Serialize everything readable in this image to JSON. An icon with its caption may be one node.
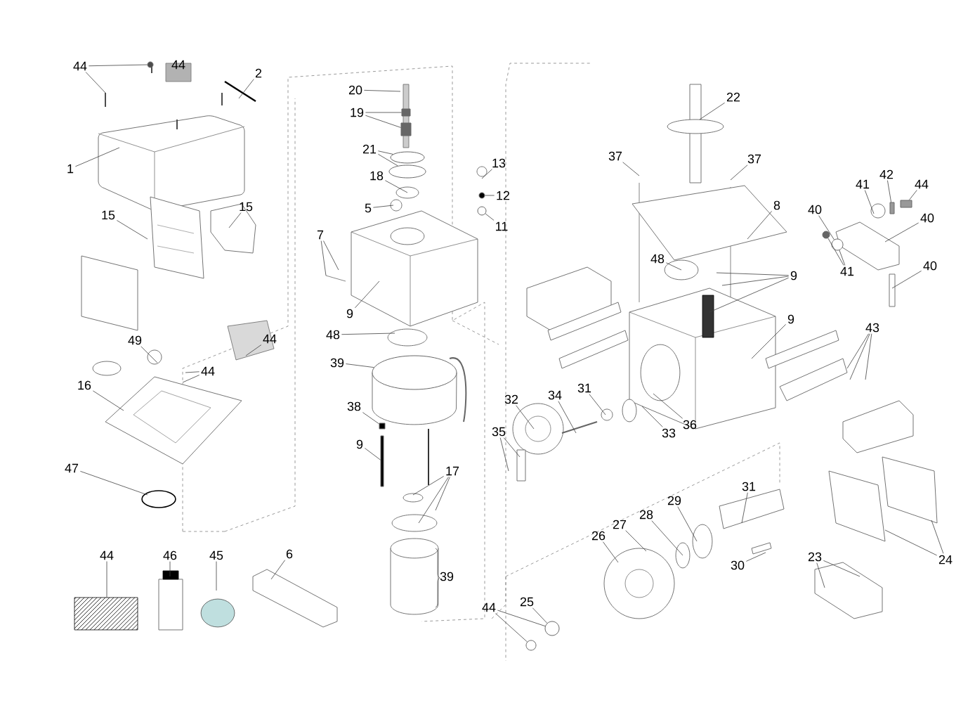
{
  "diagram": {
    "nodes": [
      {
        "text": [
          "44"
        ]
      },
      {
        "text": [
          "44"
        ]
      },
      {
        "text": [
          "2"
        ]
      },
      {
        "text": [
          "1"
        ]
      },
      {
        "text": [
          "15"
        ]
      },
      {
        "text": [
          "15"
        ]
      },
      {
        "text": [
          "49"
        ]
      },
      {
        "text": [
          "44"
        ]
      },
      {
        "text": [
          "44"
        ]
      },
      {
        "text": [
          "16"
        ]
      },
      {
        "text": [
          "47"
        ]
      },
      {
        "text": [
          "44"
        ]
      },
      {
        "text": [
          "46"
        ]
      },
      {
        "text": [
          "45"
        ]
      },
      {
        "text": [
          "6"
        ]
      },
      {
        "text": [
          "20"
        ]
      },
      {
        "text": [
          "19"
        ]
      },
      {
        "text": [
          "21"
        ]
      },
      {
        "text": [
          "18"
        ]
      },
      {
        "text": [
          "5"
        ]
      },
      {
        "text": [
          "13"
        ]
      },
      {
        "text": [
          "12"
        ]
      },
      {
        "text": [
          "11"
        ]
      },
      {
        "text": [
          "7"
        ]
      },
      {
        "text": [
          "9"
        ]
      },
      {
        "text": [
          "48"
        ]
      },
      {
        "text": [
          "39"
        ]
      },
      {
        "text": [
          "38"
        ]
      },
      {
        "text": [
          "9"
        ]
      },
      {
        "text": [
          "17"
        ]
      },
      {
        "text": [
          "39"
        ]
      },
      {
        "text": [
          "22"
        ]
      },
      {
        "text": [
          "37"
        ]
      },
      {
        "text": [
          "37"
        ]
      },
      {
        "text": [
          "8"
        ]
      },
      {
        "text": [
          "48"
        ]
      },
      {
        "text": [
          "9"
        ]
      },
      {
        "text": [
          "9"
        ]
      },
      {
        "text": [
          "40"
        ]
      },
      {
        "text": [
          "41"
        ]
      },
      {
        "text": [
          "42"
        ]
      },
      {
        "text": [
          "44"
        ]
      },
      {
        "text": [
          "40"
        ]
      },
      {
        "text": [
          "41"
        ]
      },
      {
        "text": [
          "40"
        ]
      },
      {
        "text": [
          "43"
        ]
      },
      {
        "text": [
          "32"
        ]
      },
      {
        "text": [
          "34"
        ]
      },
      {
        "text": [
          "31"
        ]
      },
      {
        "text": [
          "33"
        ]
      },
      {
        "text": [
          "36"
        ]
      },
      {
        "text": [
          "35"
        ]
      },
      {
        "text": [
          "31"
        ]
      },
      {
        "text": [
          "29"
        ]
      },
      {
        "text": [
          "28"
        ]
      },
      {
        "text": [
          "27"
        ]
      },
      {
        "text": [
          "26"
        ]
      },
      {
        "text": [
          "30"
        ]
      },
      {
        "text": [
          "24"
        ]
      },
      {
        "text": [
          "23"
        ]
      },
      {
        "text": [
          "25"
        ]
      },
      {
        "text": [
          "44"
        ]
      },
      {
        "text": [],
        "shape": "circle"
      },
      {
        "text": [],
        "shape": "box"
      },
      {
        "text": [],
        "shape": "circle"
      },
      {
        "text": [],
        "shape": "circle"
      },
      {
        "text": [],
        "shape": "cylinder"
      },
      {
        "text": [],
        "shape": "box"
      },
      {
        "text": [],
        "shape": "bar"
      },
      {
        "text": [],
        "shape": "circle"
      },
      {
        "text": [],
        "shape": "circle"
      },
      {
        "text": [],
        "shape": "box"
      },
      {
        "text": [],
        "shape": "circle"
      },
      {
        "text": [],
        "shape": "circle"
      },
      {
        "text": [],
        "shape": "circle"
      },
      {
        "text": [],
        "shape": "box"
      },
      {
        "text": [],
        "shape": "box"
      },
      {
        "text": [],
        "shape": "circle"
      }
    ],
    "edges": [
      {
        "from": 0,
        "to": null,
        "arrow": "none"
      },
      {
        "from": 0,
        "to": 62,
        "arrow": "none"
      },
      {
        "from": 2,
        "to": null,
        "arrow": "none"
      },
      {
        "from": 3,
        "to": null,
        "arrow": "none"
      },
      {
        "from": 4,
        "to": null,
        "arrow": "none"
      },
      {
        "from": 5,
        "to": null,
        "arrow": "none"
      },
      {
        "from": 6,
        "to": null,
        "arrow": "none"
      },
      {
        "from": 7,
        "to": null,
        "arrow": "none"
      },
      {
        "from": 8,
        "to": null,
        "arrow": "none"
      },
      {
        "from": 8,
        "to": null,
        "arrow": "none"
      },
      {
        "from": 9,
        "to": null,
        "arrow": "none"
      },
      {
        "from": 10,
        "to": null,
        "arrow": "none"
      },
      {
        "from": 11,
        "to": null,
        "arrow": "none"
      },
      {
        "from": 12,
        "to": null,
        "arrow": "none"
      },
      {
        "from": 13,
        "to": null,
        "arrow": "none"
      },
      {
        "from": 14,
        "to": null,
        "arrow": "none"
      },
      {
        "from": 15,
        "to": null,
        "arrow": "none"
      },
      {
        "from": 16,
        "to": 75,
        "arrow": "none"
      },
      {
        "from": 16,
        "to": 63,
        "arrow": "none"
      },
      {
        "from": 17,
        "to": 65,
        "arrow": "none"
      },
      {
        "from": 17,
        "to": 64,
        "arrow": "none"
      },
      {
        "from": 18,
        "to": null,
        "arrow": "none"
      },
      {
        "from": 19,
        "to": null,
        "arrow": "none"
      },
      {
        "from": 20,
        "to": null,
        "arrow": "none"
      },
      {
        "from": 21,
        "to": 73,
        "arrow": "none"
      },
      {
        "from": 22,
        "to": 74,
        "arrow": "none"
      },
      {
        "from": 23,
        "to": null,
        "arrow": "none"
      },
      {
        "from": 23,
        "to": null,
        "arrow": "none"
      },
      {
        "from": 24,
        "to": null,
        "arrow": "none"
      },
      {
        "from": 25,
        "to": null,
        "arrow": "none"
      },
      {
        "from": 26,
        "to": 66,
        "arrow": "none"
      },
      {
        "from": 27,
        "to": 67,
        "arrow": "none"
      },
      {
        "from": 28,
        "to": 68,
        "arrow": "none"
      },
      {
        "from": 29,
        "to": null,
        "arrow": "none"
      },
      {
        "from": 29,
        "to": null,
        "arrow": "none"
      },
      {
        "from": 29,
        "to": null,
        "arrow": "none"
      },
      {
        "from": 31,
        "to": null,
        "arrow": "none"
      },
      {
        "from": 32,
        "to": null,
        "arrow": "none"
      },
      {
        "from": 33,
        "to": null,
        "arrow": "none"
      },
      {
        "from": 34,
        "to": null,
        "arrow": "none"
      },
      {
        "from": 35,
        "to": null,
        "arrow": "none"
      },
      {
        "from": 36,
        "to": null,
        "arrow": "none"
      },
      {
        "from": 36,
        "to": null,
        "arrow": "none"
      },
      {
        "from": 36,
        "to": null,
        "arrow": "none"
      },
      {
        "from": 37,
        "to": null,
        "arrow": "none"
      },
      {
        "from": 38,
        "to": 70,
        "arrow": "none"
      },
      {
        "from": 39,
        "to": null,
        "arrow": "none"
      },
      {
        "from": 40,
        "to": 76,
        "arrow": "none"
      },
      {
        "from": 41,
        "to": 71,
        "arrow": "none"
      },
      {
        "from": 42,
        "to": null,
        "arrow": "none"
      },
      {
        "from": 43,
        "to": 69,
        "arrow": "none"
      },
      {
        "from": 43,
        "to": 70,
        "arrow": "none"
      },
      {
        "from": 44,
        "to": null,
        "arrow": "none"
      },
      {
        "from": 45,
        "to": null,
        "arrow": "none"
      },
      {
        "from": 45,
        "to": null,
        "arrow": "none"
      },
      {
        "from": 45,
        "to": null,
        "arrow": "none"
      },
      {
        "from": 46,
        "to": null,
        "arrow": "none"
      },
      {
        "from": 47,
        "to": null,
        "arrow": "none"
      },
      {
        "from": 48,
        "to": null,
        "arrow": "none"
      },
      {
        "from": 49,
        "to": null,
        "arrow": "none"
      },
      {
        "from": 50,
        "to": null,
        "arrow": "none"
      },
      {
        "from": 51,
        "to": null,
        "arrow": "none"
      },
      {
        "from": 51,
        "to": null,
        "arrow": "none"
      },
      {
        "from": 52,
        "to": null,
        "arrow": "none"
      },
      {
        "from": 53,
        "to": null,
        "arrow": "none"
      },
      {
        "from": 54,
        "to": null,
        "arrow": "none"
      },
      {
        "from": 55,
        "to": null,
        "arrow": "none"
      },
      {
        "from": 56,
        "to": null,
        "arrow": "none"
      },
      {
        "from": 57,
        "to": null,
        "arrow": "none"
      },
      {
        "from": 58,
        "to": null,
        "arrow": "none"
      },
      {
        "from": 58,
        "to": null,
        "arrow": "none"
      },
      {
        "from": 59,
        "to": null,
        "arrow": "none"
      },
      {
        "from": 59,
        "to": null,
        "arrow": "none"
      },
      {
        "from": 60,
        "to": 72,
        "arrow": "none"
      },
      {
        "from": 61,
        "to": 77,
        "arrow": "none"
      },
      {
        "from": 61,
        "to": 72,
        "arrow": "none"
      }
    ]
  }
}
